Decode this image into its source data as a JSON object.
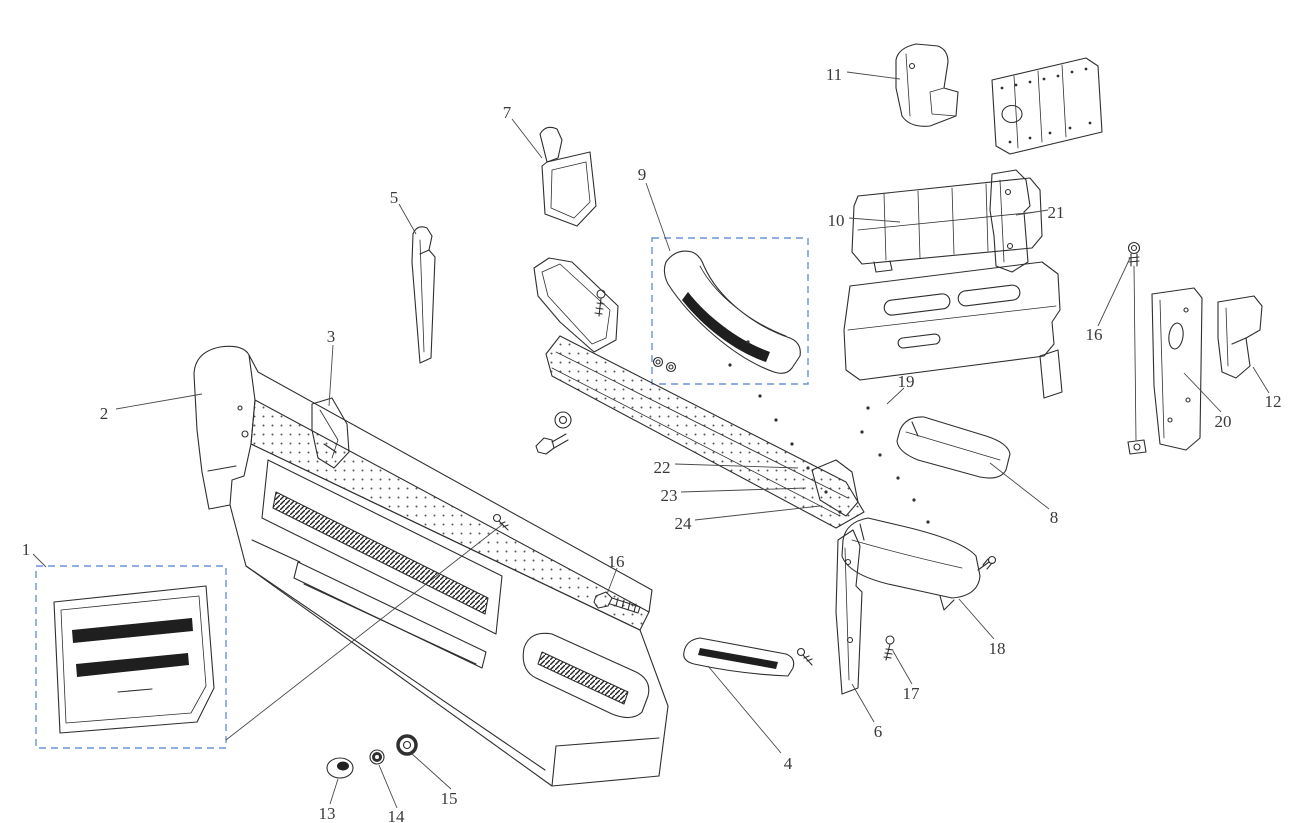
{
  "diagram": {
    "kind": "exploded-parts-diagram",
    "colors": {
      "line": "#2f2f2f",
      "label": "#3a3a3a",
      "detail_box": "#6b93d6",
      "slot_fill": "#1f1f1f",
      "background": "#ffffff"
    },
    "callouts": [
      "1",
      "2",
      "3",
      "4",
      "5",
      "6",
      "7",
      "8",
      "9",
      "10",
      "11",
      "12",
      "13",
      "14",
      "15",
      "16",
      "16",
      "17",
      "18",
      "19",
      "20",
      "21",
      "22",
      "23",
      "24"
    ]
  }
}
